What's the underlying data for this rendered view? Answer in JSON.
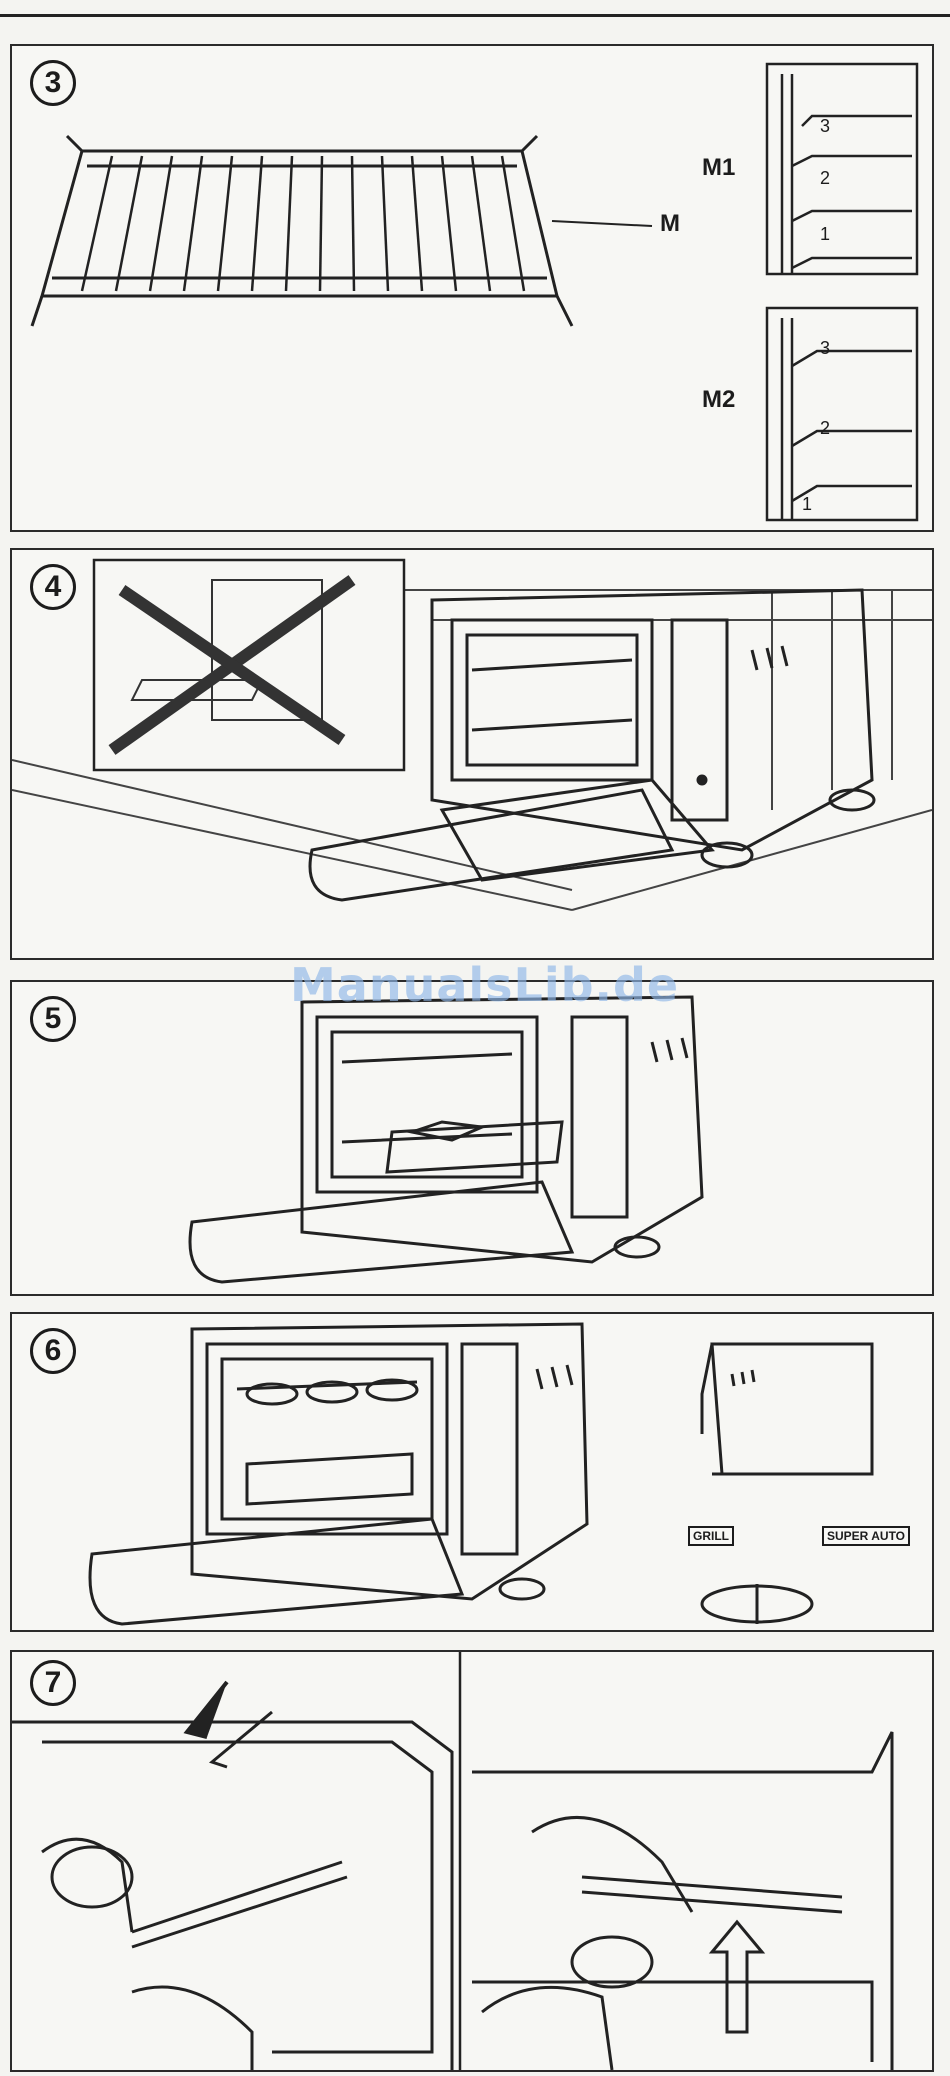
{
  "watermark": "ManualsLib.de",
  "steps": {
    "s3": {
      "number": "3",
      "label_m": "M",
      "label_m1": "M1",
      "label_m2": "M2",
      "m1_levels": [
        "3",
        "2",
        "1"
      ],
      "m2_levels": [
        "3",
        "2",
        "1"
      ]
    },
    "s4": {
      "number": "4"
    },
    "s5": {
      "number": "5"
    },
    "s6": {
      "number": "6",
      "tag_grill": "GRILL",
      "tag_right": "SUPER AUTO"
    },
    "s7": {
      "number": "7"
    }
  }
}
